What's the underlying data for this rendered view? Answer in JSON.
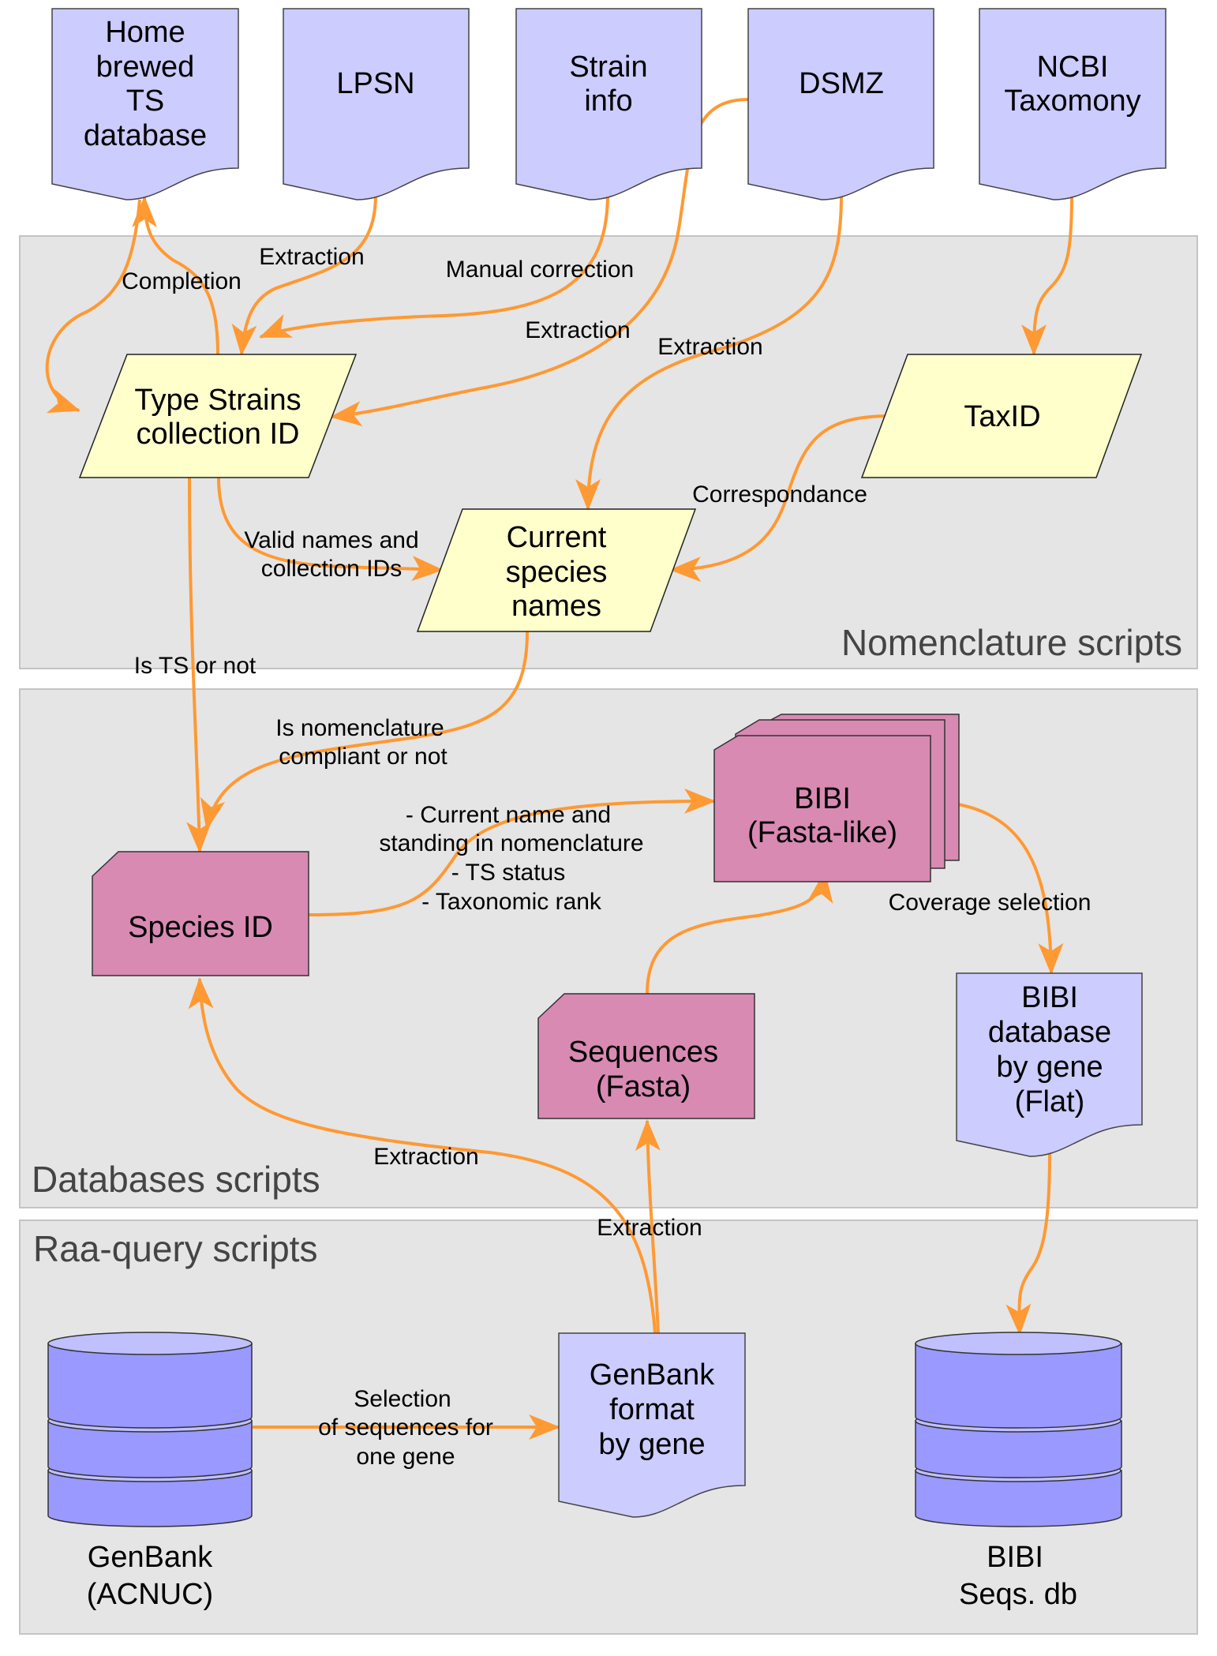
{
  "sections": {
    "nomenclature": "Nomenclature scripts",
    "databases": "Databases scripts",
    "raa_query": "Raa-query scripts"
  },
  "sources": {
    "home": [
      "Home",
      "brewed",
      "TS",
      "database"
    ],
    "lpsn": [
      "LPSN"
    ],
    "strain_info": [
      "Strain",
      "info"
    ],
    "dsmz": [
      "DSMZ"
    ],
    "ncbi": [
      "NCBI",
      "Taxomony"
    ]
  },
  "nodes": {
    "type_strains": [
      "Type Strains",
      "collection ID"
    ],
    "taxid": [
      "TaxID"
    ],
    "current_species": [
      "Current",
      "species",
      "names"
    ],
    "bibi_fasta": [
      "BIBI",
      "(Fasta-like)"
    ],
    "species_id": [
      "Species ID"
    ],
    "sequences": [
      "Sequences",
      "(Fasta)"
    ],
    "bibi_db": [
      "BIBI",
      "database",
      "by gene",
      "(Flat)"
    ],
    "genbank_format": [
      "GenBank",
      "format",
      "by gene"
    ],
    "genbank_acnuc": [
      "GenBank",
      "(ACNUC)"
    ],
    "bibi_seqs": [
      "BIBI",
      "Seqs. db"
    ]
  },
  "edges": {
    "completion": "Completion",
    "extraction_lpsn": "Extraction",
    "manual_correction": "Manual correction",
    "extraction_dsmz_ts": "Extraction",
    "extraction_dsmz_cs": "Extraction",
    "correspondance": "Correspondance",
    "valid_names": [
      "Valid names and",
      "collection IDs"
    ],
    "is_ts": "Is TS or not",
    "is_nomenclature": [
      "Is nomenclature",
      "compliant or not"
    ],
    "species_to_bibi": [
      "- Current name and",
      "standing in nomenclature",
      "- TS status",
      "- Taxonomic rank"
    ],
    "coverage": "Coverage selection",
    "extraction_genbank_species": "Extraction",
    "extraction_genbank_seq": "Extraction",
    "selection": [
      "Selection",
      "of sequences for",
      "one gene"
    ]
  }
}
